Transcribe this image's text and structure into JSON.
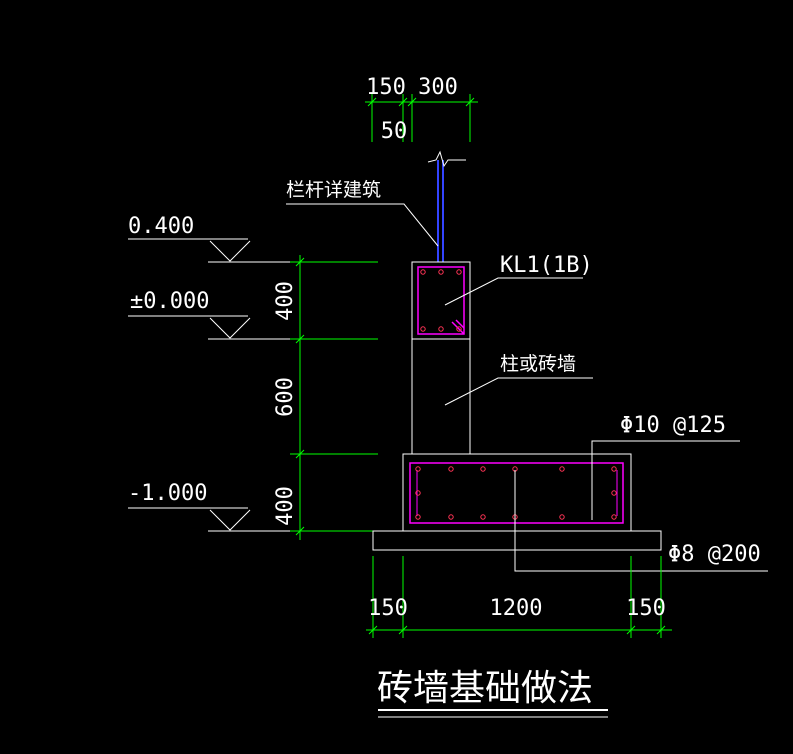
{
  "colors": {
    "background": "#000000",
    "outline": "#ffffff",
    "dimension": "#00ff00",
    "rebar": "#ff00ff",
    "railing": "#3344ff"
  },
  "top_dims": {
    "left": "150",
    "right": "300",
    "offset": "50"
  },
  "elevations": {
    "top": "0.400",
    "zero": "±0.000",
    "bottom": "-1.000"
  },
  "vertical_dims": {
    "upper": "400",
    "middle": "600",
    "lower": "400"
  },
  "labels": {
    "railing": "栏杆详建筑",
    "beam": "KL1(1B)",
    "wall": "柱或砖墙",
    "rebar_main": "Φ10 @125",
    "rebar_stirrup": "Φ8 @200"
  },
  "bottom_dims": {
    "left": "150",
    "middle": "1200",
    "right": "150"
  },
  "title": "砖墙基础做法"
}
